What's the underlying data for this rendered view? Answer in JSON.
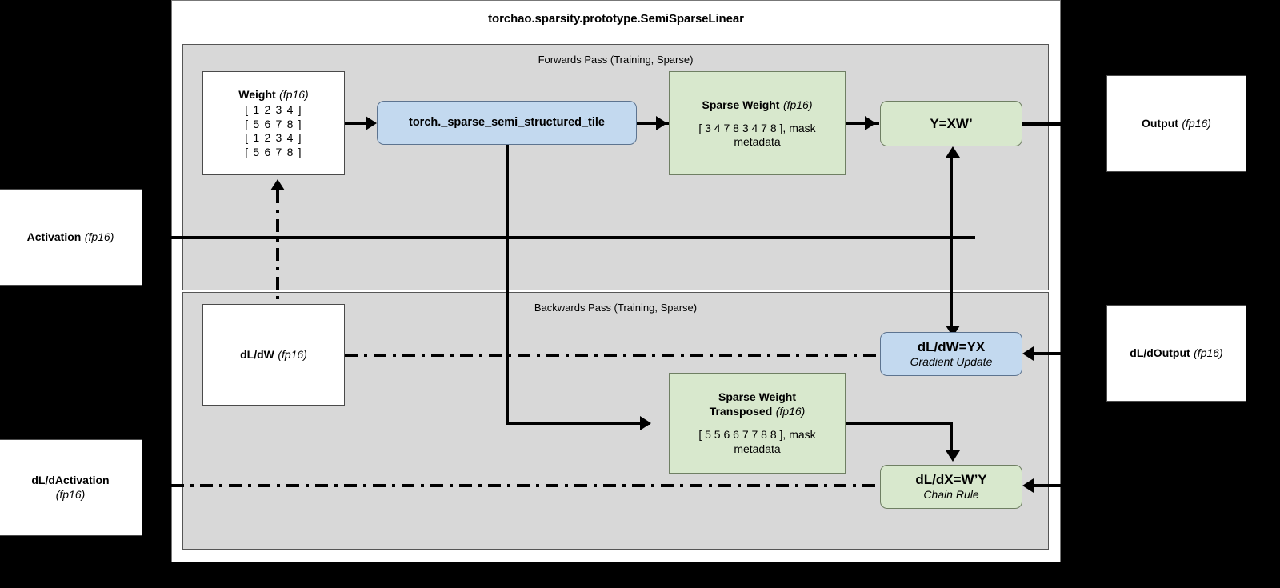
{
  "module": {
    "title": "torchao.sparsity.prototype.SemiSparseLinear"
  },
  "panels": {
    "forwards_label": "Forwards Pass (Training, Sparse)",
    "backwards_label": "Backwards Pass (Training, Sparse)"
  },
  "nodes": {
    "weight": {
      "title": "Weight",
      "dtype": "(fp16)",
      "rows": [
        "[ 1 2 3 4 ]",
        "[ 5 6 7 8 ]",
        "[ 1 2 3 4 ]",
        "[ 5 6 7 8 ]"
      ]
    },
    "tile_op": {
      "label": "torch._sparse_semi_structured_tile"
    },
    "sparse_weight": {
      "title": "Sparse Weight",
      "dtype": "(fp16)",
      "values": "[ 3 4 7 8 3 4 7 8 ], mask",
      "values2": "metadata"
    },
    "forward_matmul": {
      "label": "Y=XW’"
    },
    "dl_dw_box": {
      "title": "dL/dW",
      "dtype": "(fp16)"
    },
    "sparse_weight_transposed": {
      "title_line1": "Sparse Weight",
      "title_line2": "Transposed",
      "dtype": "(fp16)",
      "values": "[ 5 5 6 6 7 7 8 8 ], mask",
      "values2": "metadata"
    },
    "grad_weight": {
      "label": "dL/dW=YX",
      "sub": "Gradient Update"
    },
    "grad_input": {
      "label": "dL/dX=W’Y",
      "sub": "Chain Rule"
    }
  },
  "external": {
    "activation": {
      "title": "Activation",
      "dtype": "(fp16)"
    },
    "dl_dactivation": {
      "title": "dL/dActivation",
      "dtype": "(fp16)"
    },
    "output": {
      "title": "Output",
      "dtype": "(fp16)"
    },
    "dl_doutput": {
      "title": "dL/dOutput",
      "dtype": "(fp16)"
    }
  },
  "colors": {
    "panel_gray": "#d8d8d8",
    "green_node": "#d8e8cd",
    "blue_node": "#c3d9ef",
    "white_node": "#ffffff",
    "stroke": "#000000"
  }
}
